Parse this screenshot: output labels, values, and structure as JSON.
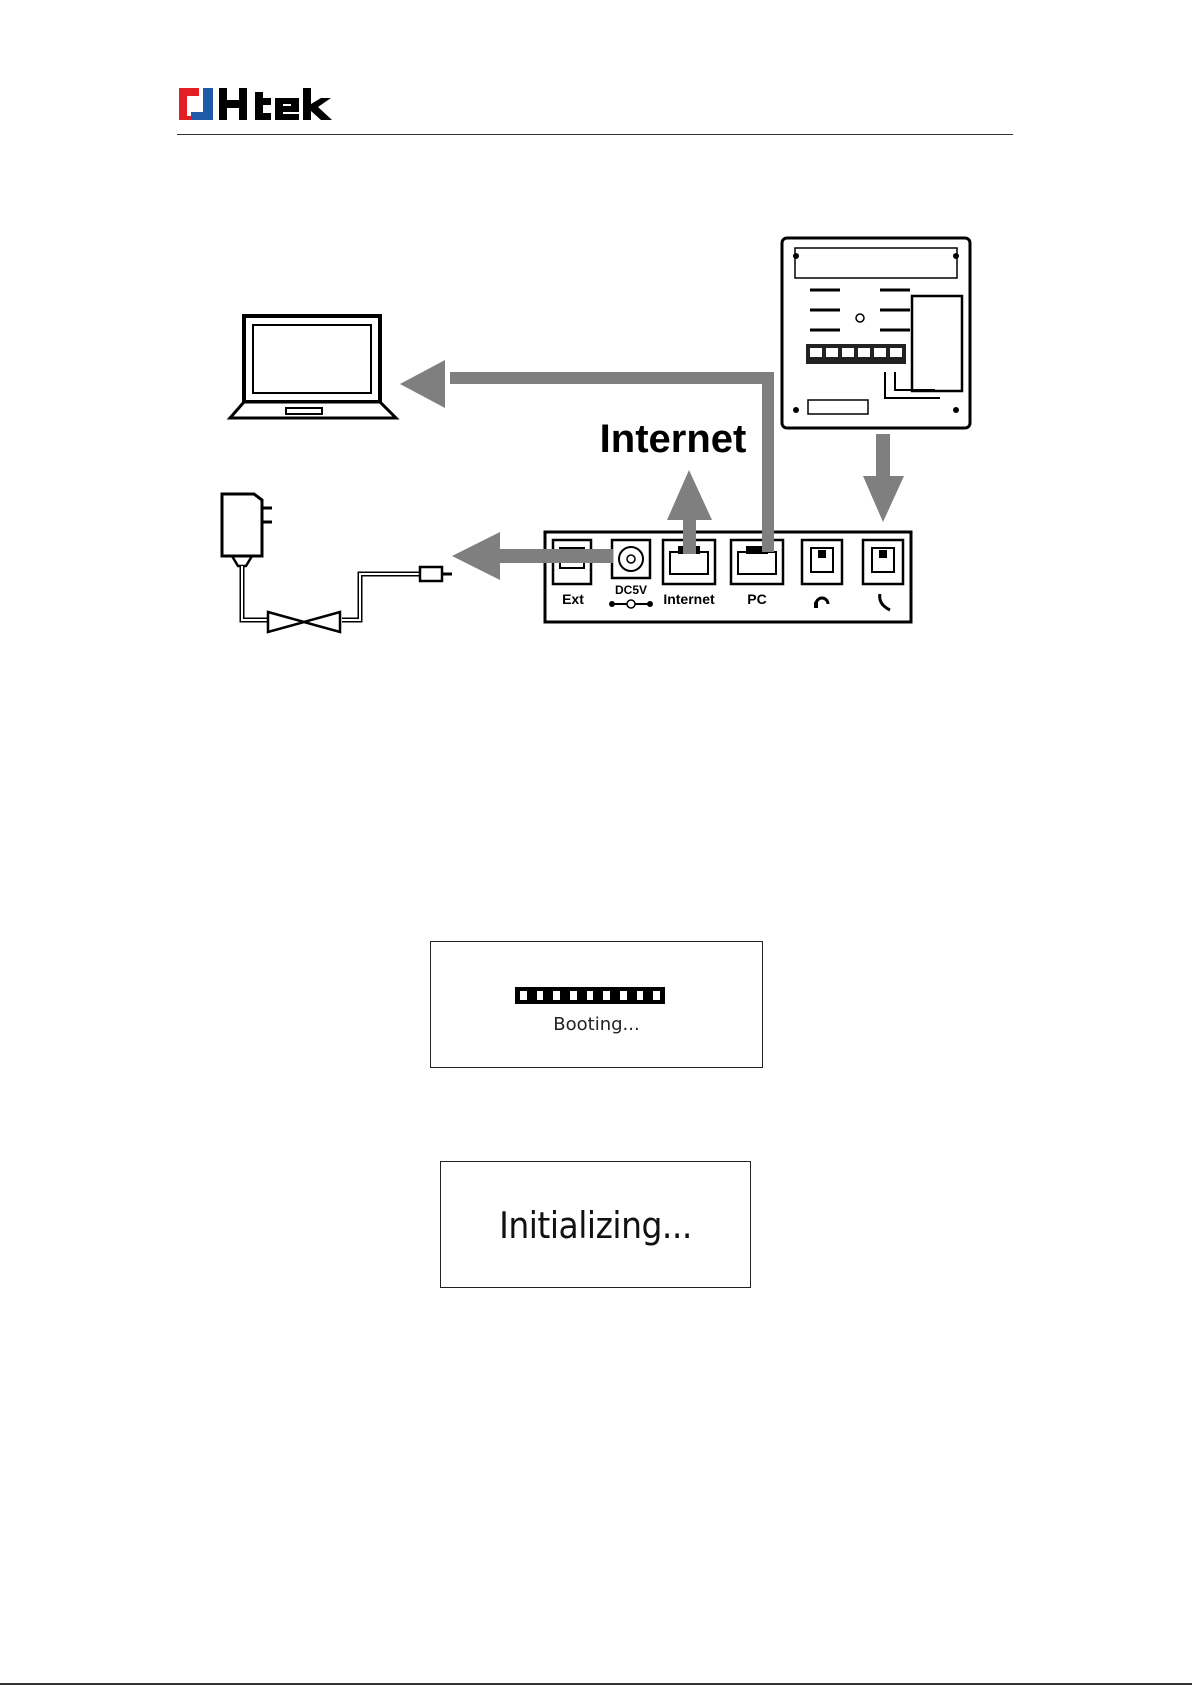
{
  "header": {
    "logo_text": "Htek"
  },
  "diagram": {
    "internet_label": "Internet",
    "ports": [
      "Ext",
      "DC5V",
      "Internet",
      "PC"
    ]
  },
  "screens": {
    "booting": {
      "text": "Booting...",
      "progress_segments": 9
    },
    "initializing": {
      "text": "Initializing..."
    }
  },
  "colors": {
    "logo_red": "#e31e24",
    "logo_blue": "#1e5aa8",
    "arrow_gray": "#7f7f7f"
  }
}
